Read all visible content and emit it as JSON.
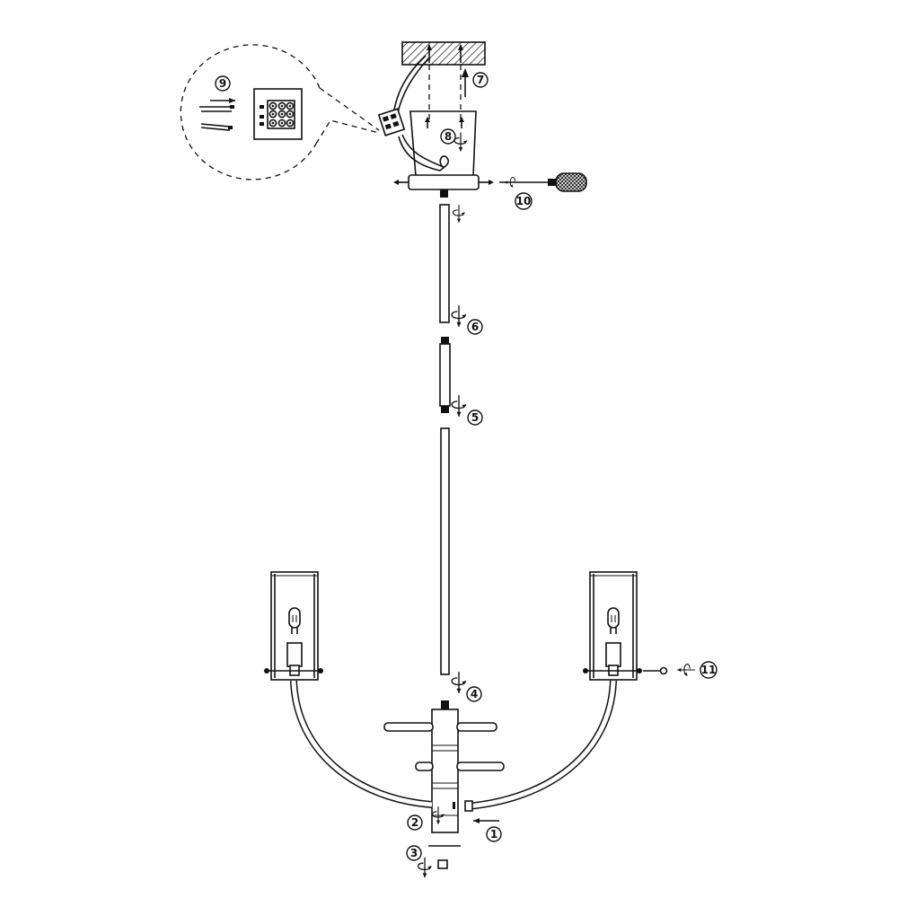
{
  "diagram": {
    "steps": [
      {
        "id": "1",
        "label": "1",
        "action": "insert-arm"
      },
      {
        "id": "2",
        "label": "2",
        "action": "rotate-fix"
      },
      {
        "id": "3",
        "label": "3",
        "action": "rotate-cap"
      },
      {
        "id": "4",
        "label": "4",
        "action": "rotate-rod"
      },
      {
        "id": "5",
        "label": "5",
        "action": "rotate-connector"
      },
      {
        "id": "6",
        "label": "6",
        "action": "rotate-rod"
      },
      {
        "id": "7",
        "label": "7",
        "action": "ceiling-mount"
      },
      {
        "id": "8",
        "label": "8",
        "action": "fix-canopy"
      },
      {
        "id": "9",
        "label": "9",
        "action": "wire-terminal"
      },
      {
        "id": "10",
        "label": "10",
        "action": "tighten-screws"
      },
      {
        "id": "11",
        "label": "11",
        "action": "fix-shade-screw"
      }
    ],
    "icons": [
      "rotate-arrow-icon",
      "screwdriver-icon",
      "bulb-icon",
      "terminal-block-icon"
    ],
    "colors": {
      "line": "#111111",
      "background": "#ffffff"
    }
  }
}
